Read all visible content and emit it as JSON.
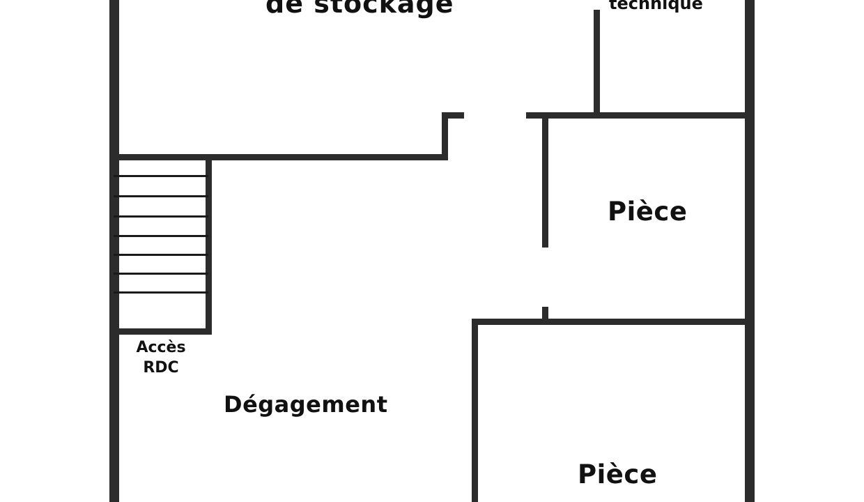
{
  "rooms": {
    "stockage": "de stockage",
    "technique": "technique",
    "piece_upper": "Pièce",
    "piece_lower": "Pièce",
    "degagement": "Dégagement",
    "acces_line1": "Accès",
    "acces_line2": "RDC"
  },
  "colors": {
    "wall": "#2c2c2c",
    "text": "#111111",
    "background": "#ffffff"
  }
}
